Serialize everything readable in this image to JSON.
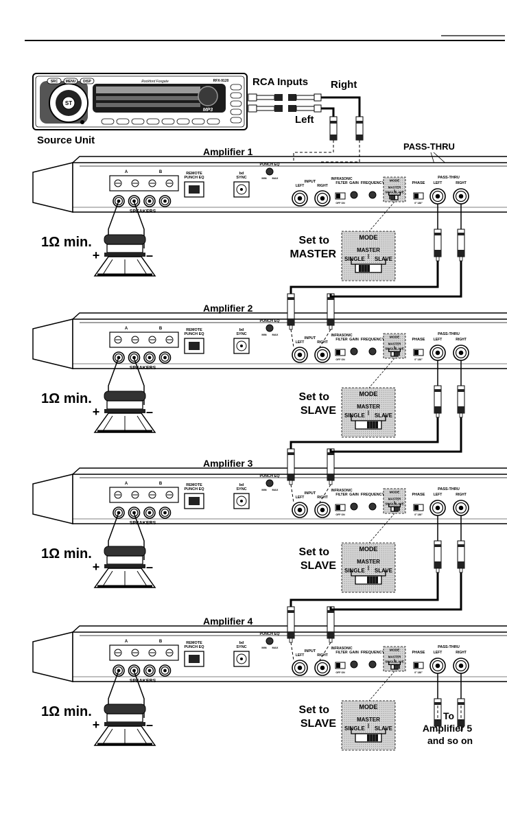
{
  "source_unit": {
    "caption": "Source Unit",
    "brand": "Rockford Fosgate",
    "model": "RFX-9120",
    "format_badge": "MP3",
    "buttons": [
      "SRC",
      "MENU",
      "DISP"
    ]
  },
  "rca": {
    "title": "RCA Inputs",
    "right": "Right",
    "left": "Left"
  },
  "pass_thru_callout": "PASS-THRU",
  "amp_panel": {
    "terminal_a": "A",
    "terminal_b": "B",
    "speakers": "SPEAKERS",
    "remote": "REMOTE",
    "punch_eq_line": "PUNCH EQ",
    "bd": "bd",
    "sync": "SYNC",
    "punch_eq": "PUNCH EQ",
    "min": "MIN",
    "max": "MAX",
    "input": "INPUT",
    "left": "LEFT",
    "right": "RIGHT",
    "infrasonic": "INFRASONIC",
    "filter": "FILTER",
    "gain": "GAIN",
    "frequency": "FREQUENCY",
    "mode": "MODE",
    "master": "MASTER",
    "single": "SINGLE",
    "slave": "SLAVE",
    "phase": "PHASE",
    "pass_thru": "PASS-THRU",
    "off_on": "OFF ON",
    "phase_range": "0° 180°"
  },
  "amplifiers": [
    {
      "title": "Amplifier 1",
      "load": "1Ω min.",
      "set_to": "Set to",
      "mode": "MASTER"
    },
    {
      "title": "Amplifier 2",
      "load": "1Ω min.",
      "set_to": "Set to",
      "mode": "SLAVE"
    },
    {
      "title": "Amplifier 3",
      "load": "1Ω min.",
      "set_to": "Set to",
      "mode": "SLAVE"
    },
    {
      "title": "Amplifier 4",
      "load": "1Ω min.",
      "set_to": "Set to",
      "mode": "SLAVE"
    }
  ],
  "mode_switch": {
    "title": "MODE",
    "master": "MASTER",
    "single": "SINGLE",
    "slave": "SLAVE"
  },
  "speaker_terminals": {
    "plus": "+",
    "minus": "–"
  },
  "footer_note": {
    "line1": "To",
    "line2": "Amplifier 5",
    "line3": "and so on"
  }
}
